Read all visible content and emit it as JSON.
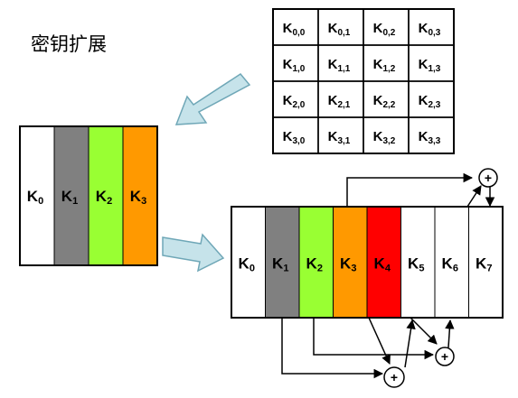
{
  "title": "密钥扩展",
  "matrix": {
    "rows": [
      [
        {
          "k": "K",
          "s": "0,0"
        },
        {
          "k": "K",
          "s": "0,1"
        },
        {
          "k": "K",
          "s": "0,2"
        },
        {
          "k": "K",
          "s": "0,3"
        }
      ],
      [
        {
          "k": "K",
          "s": "1,0"
        },
        {
          "k": "K",
          "s": "1,1"
        },
        {
          "k": "K",
          "s": "1,2"
        },
        {
          "k": "K",
          "s": "1,3"
        }
      ],
      [
        {
          "k": "K",
          "s": "2,0"
        },
        {
          "k": "K",
          "s": "2,1"
        },
        {
          "k": "K",
          "s": "2,2"
        },
        {
          "k": "K",
          "s": "2,3"
        }
      ],
      [
        {
          "k": "K",
          "s": "3,0"
        },
        {
          "k": "K",
          "s": "3,1"
        },
        {
          "k": "K",
          "s": "3,2"
        },
        {
          "k": "K",
          "s": "3,3"
        }
      ]
    ]
  },
  "words_initial": [
    {
      "k": "K",
      "s": "0",
      "fill": "#ffffff",
      "text_color": "#000000"
    },
    {
      "k": "K",
      "s": "1",
      "fill": "#808080",
      "text_color": "#000000"
    },
    {
      "k": "K",
      "s": "2",
      "fill": "#99ff33",
      "text_color": "#000000"
    },
    {
      "k": "K",
      "s": "3",
      "fill": "#ff9900",
      "text_color": "#000000"
    }
  ],
  "words_expanded": [
    {
      "k": "K",
      "s": "0",
      "fill": "#ffffff",
      "text_color": "#000000"
    },
    {
      "k": "K",
      "s": "1",
      "fill": "#808080",
      "text_color": "#000000"
    },
    {
      "k": "K",
      "s": "2",
      "fill": "#99ff33",
      "text_color": "#000000"
    },
    {
      "k": "K",
      "s": "3",
      "fill": "#ff9900",
      "text_color": "#000000"
    },
    {
      "k": "K",
      "s": "4",
      "fill": "#ff0000",
      "text_color": "#ffffff"
    },
    {
      "k": "K",
      "s": "5",
      "fill": "#ffffff",
      "text_color": "#000000"
    },
    {
      "k": "K",
      "s": "6",
      "fill": "#ffffff",
      "text_color": "#000000"
    },
    {
      "k": "K",
      "s": "7",
      "fill": "#ffffff",
      "text_color": "#000000"
    }
  ],
  "xor_symbol": "+",
  "colors": {
    "arrow_fill": "#c6e3ea",
    "arrow_stroke": "#6fa7b7"
  }
}
